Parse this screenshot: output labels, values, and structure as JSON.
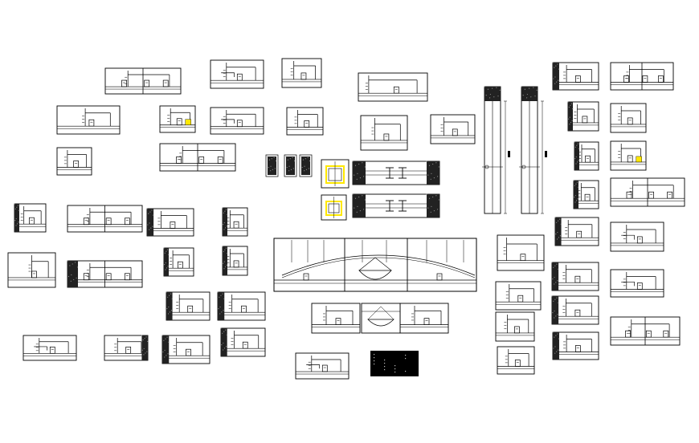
{
  "sheet": {
    "background": "#ffffff",
    "line_color": "#000000",
    "hatch_color": "#222222",
    "accent_color": "#ffe800"
  },
  "details": {
    "small_boxes": 64,
    "ceiling_sections": 3,
    "wall_elevations": 2,
    "shaded_swatches": 3,
    "joint_plans": 4,
    "dark_panel": 1
  }
}
